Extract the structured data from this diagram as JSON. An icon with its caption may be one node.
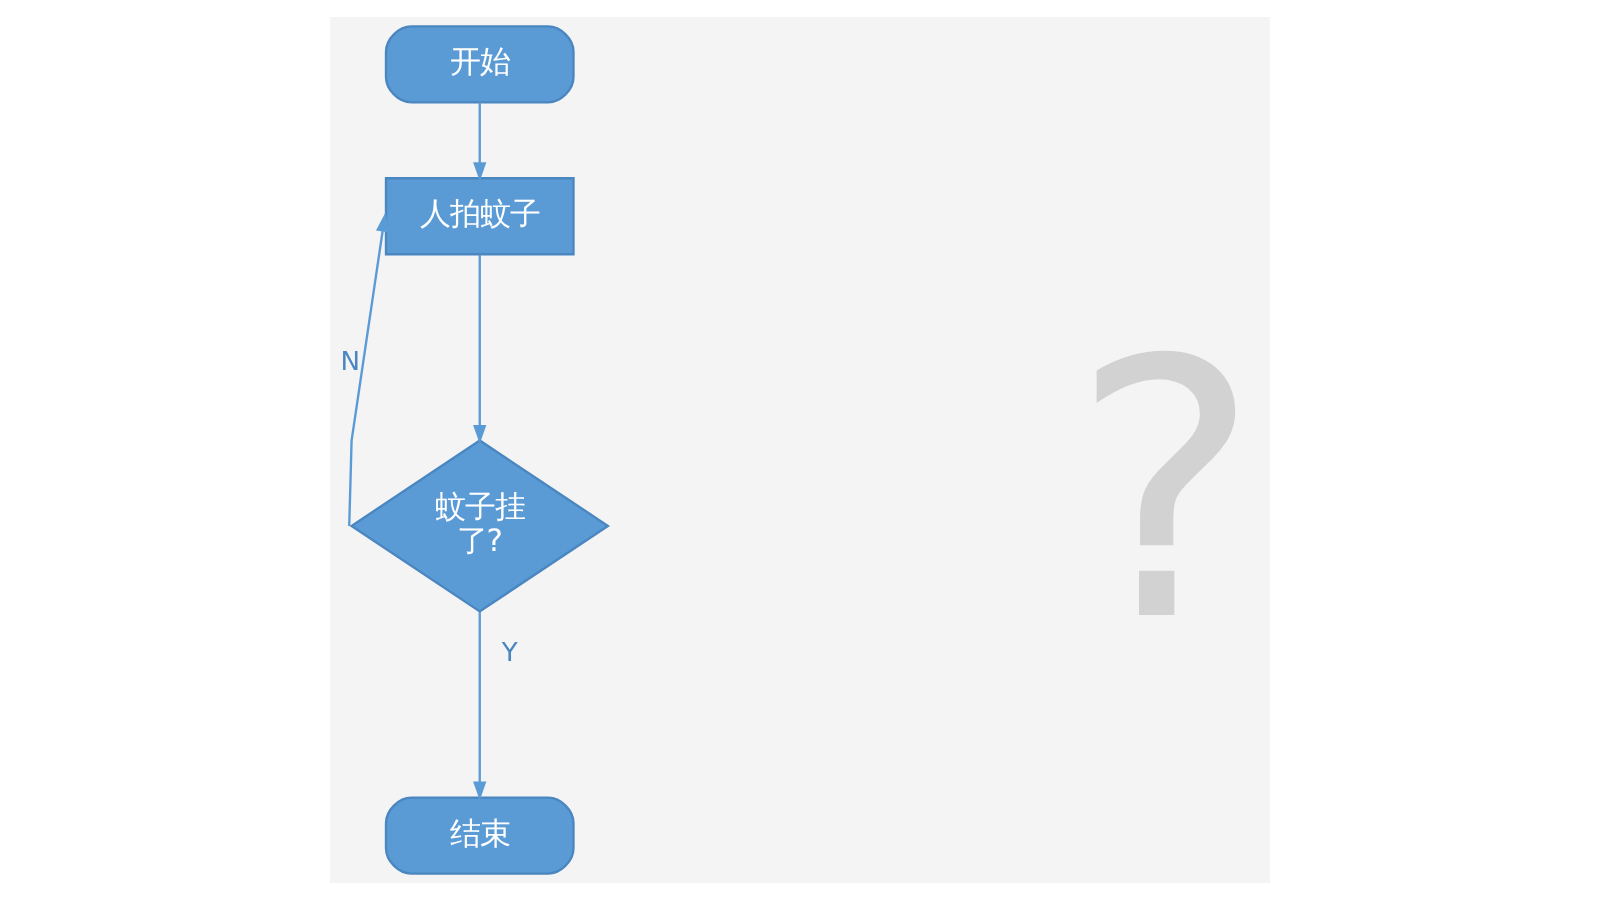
{
  "diagram": {
    "nodes": [
      {
        "text": [
          "开始"
        ]
      },
      {
        "text": [
          "人拍蚊子"
        ]
      },
      {
        "text": [
          "蚊子挂了?"
        ]
      },
      {
        "text": [
          "结束"
        ]
      }
    ],
    "edges": [
      {
        "from": 0,
        "to": 1,
        "arrow": "to"
      },
      {
        "from": 1,
        "to": 2,
        "arrow": "to"
      },
      {
        "from": 2,
        "to": 3,
        "label": "Y",
        "arrow": "to"
      },
      {
        "from": 2,
        "to": 1,
        "label": "N",
        "arrow": "to"
      }
    ],
    "labels": [
      "?"
    ]
  }
}
